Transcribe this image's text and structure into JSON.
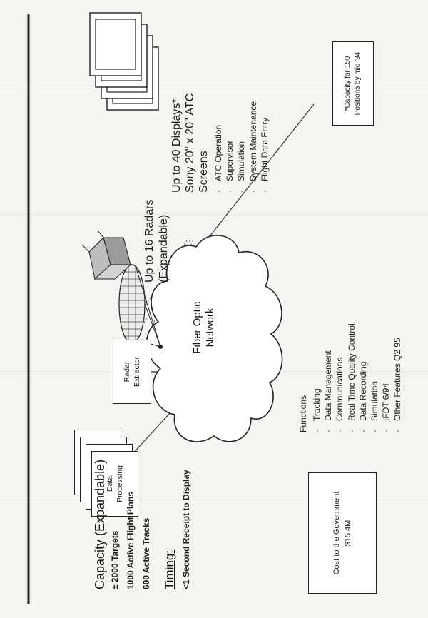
{
  "nodes": {
    "data_processing": "Data\nProcessing",
    "radar_extractor": "Radar\nExtractor",
    "network": "Fiber Optic\nNetwork"
  },
  "capacity": {
    "heading": "Capacity (Expandable)",
    "items": [
      "± 2000 Targets",
      "1000 Active Flight Plans",
      "600 Active Tracks"
    ]
  },
  "timing": {
    "heading": "Timing:",
    "value": "<1 Second Receipt to Display"
  },
  "cost_box": "Cost to the Government\n$15.4M",
  "radars": "Up to 16 Radars\n(Expandable)",
  "functions": {
    "heading": "Functions",
    "items": [
      "Tracking",
      "Data Management",
      "Communications",
      "Real Time Quality Control",
      "Data Recording",
      "Simulation",
      "IFDT 6/94",
      "Other Features Q2 95"
    ]
  },
  "displays": {
    "heading": "Up to 40 Displays*\nSony 20\" x 20\" ATC\nScreens",
    "items": [
      "ATC Operation",
      "Supervisor",
      "Simulation",
      "System Maintenance",
      "Flight Data Entry"
    ]
  },
  "footnote": "*Capacity for 150\nPositions by mid '94",
  "colors": {
    "ink": "#1a1a1a",
    "paper": "#f4f4f0",
    "box": "#ffffff"
  }
}
